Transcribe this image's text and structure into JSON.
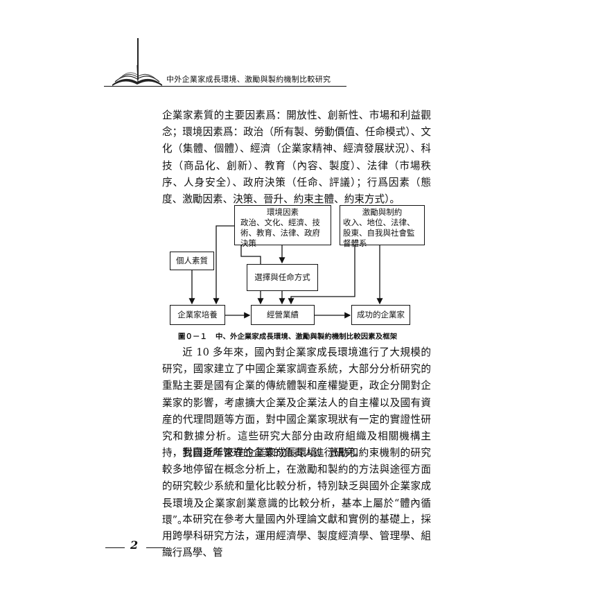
{
  "header": {
    "running_title": "中外企業家成長環境、激勵與製約機制比較研究"
  },
  "intro_paragraph": "企業家素質的主要因素爲：開放性、創新性、市場和利益觀念；環境因素爲：政治（所有製、勞動價值、任命模式）、文化（集體、個體）、經濟（企業家精神、經濟發展狀況）、科技（商品化、創新）、教育（內容、製度）、法律（市場秩序、人身安全）、政府決策（任命、評議）；行爲因素（態度、激勵因素、決策、晉升、約束主體、約束方式）。",
  "diagram": {
    "environment": {
      "title": "環境因素",
      "body": "政治、文化、經濟、技術、教育、法律、政府決策"
    },
    "incentive": {
      "title": "激勵與制約",
      "body": "收入、地位、法律、股東、自我與社會監督體系"
    },
    "individual_quality": "個人素質",
    "selection": "選擇與任命方式",
    "cultivation": "企業家培養",
    "performance": "經營業績",
    "successful": "成功的企業家"
  },
  "figure_caption": {
    "label": "圖０－１",
    "text": "中、外企業家成長環境、激勵與製約機制比較因素及框架"
  },
  "paragraphs": [
    "近 10 多年來，國內對企業家成長環境進行了大規模的研究，國家建立了中國企業家調查系統，大部分分析研究的重點主要是國有企業的傳統體製和産權變更，政企分開對企業家的影響，考慮擴大企業及企業法人的自主權以及國有資産的代理問題等方面，對中國企業家現狀有一定的實證性研究和數據分析。這些研究大部分由政府組織及相關機構主持，對自身所管理的企業的負責人進行研究。",
    "我國近年來在企業家成長環境、激勵和約束機制的研究較多地停留在概念分析上，在激勵和製約的方法與途徑方面的研究較少系統和量化比較分析，特別缺乏與國外企業家成長環境及企業家創業意識的比較分析，基本上屬於“體內循環”。",
    "本研究在參考大量國內外理論文獻和實例的基礎上，採用跨學科研究方法，運用經濟學、製度經濟學、管理學、組織行爲學、管"
  ],
  "footer": {
    "page_number": "2"
  }
}
